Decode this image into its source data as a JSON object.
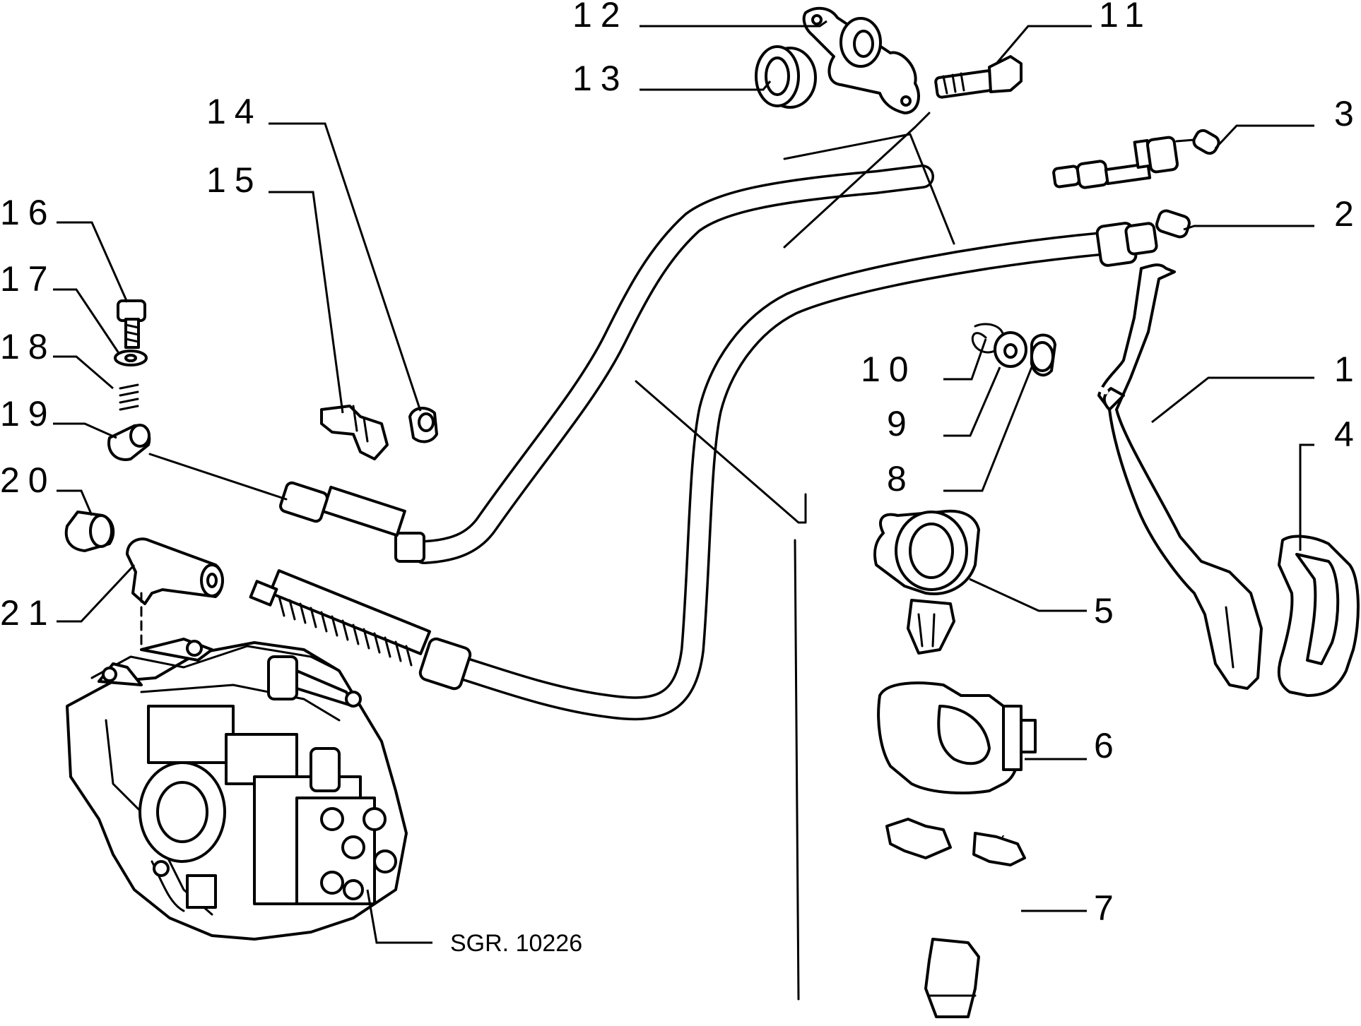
{
  "diagram": {
    "reference": "SGR. 10226",
    "callouts": [
      {
        "id": "1",
        "label": "1"
      },
      {
        "id": "2",
        "label": "2"
      },
      {
        "id": "3",
        "label": "3"
      },
      {
        "id": "4",
        "label": "4"
      },
      {
        "id": "5",
        "label": "5"
      },
      {
        "id": "6",
        "label": "6"
      },
      {
        "id": "7",
        "label": "7"
      },
      {
        "id": "8",
        "label": "8"
      },
      {
        "id": "9",
        "label": "9"
      },
      {
        "id": "10",
        "label": "10"
      },
      {
        "id": "11",
        "label": "11"
      },
      {
        "id": "12",
        "label": "12"
      },
      {
        "id": "13",
        "label": "13"
      },
      {
        "id": "14",
        "label": "14"
      },
      {
        "id": "15",
        "label": "15"
      },
      {
        "id": "16",
        "label": "16"
      },
      {
        "id": "17",
        "label": "17"
      },
      {
        "id": "18",
        "label": "18"
      },
      {
        "id": "19",
        "label": "19"
      },
      {
        "id": "20",
        "label": "20"
      },
      {
        "id": "21",
        "label": "21"
      }
    ]
  }
}
